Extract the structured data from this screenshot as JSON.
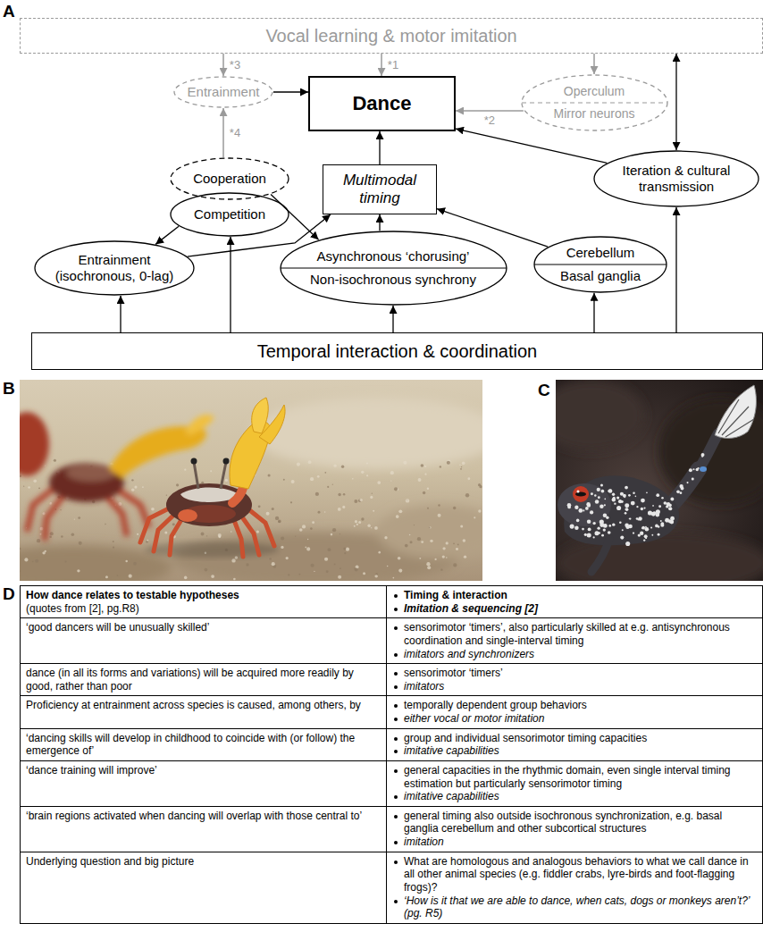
{
  "diagram": {
    "nodes": [
      {
        "text": [
          "Vocal learning & motor imitation"
        ]
      },
      {
        "text": [
          "Entrainment"
        ]
      },
      {
        "text": [
          "Dance"
        ]
      },
      {
        "text": [
          "Operculum",
          "Mirror neurons"
        ]
      },
      {
        "text": [
          "Cooperation"
        ]
      },
      {
        "text": [
          "Competition"
        ]
      },
      {
        "text": [
          "Multimodal timing"
        ]
      },
      {
        "text": [
          "Iteration & cultural transmission"
        ]
      },
      {
        "text": [
          "Entrainment (isochronous, 0-lag)"
        ]
      },
      {
        "text": [
          "Asynchronous ‘chorusing’",
          "Non-isochronous synchrony"
        ]
      },
      {
        "text": [
          "Cerebellum",
          "Basal ganglia"
        ]
      },
      {
        "text": [
          "Temporal interaction & coordination"
        ]
      }
    ],
    "edges": [
      {
        "from": 0,
        "to": 1,
        "arrow": "to",
        "label": "*3"
      },
      {
        "from": 0,
        "to": 2,
        "arrow": "to",
        "label": "*1"
      },
      {
        "from": 0,
        "to": 3,
        "arrow": "to"
      },
      {
        "from": 0,
        "to": 7,
        "arrow": "both"
      },
      {
        "from": 1,
        "to": 2,
        "arrow": "to"
      },
      {
        "from": 3,
        "to": 2,
        "arrow": "to",
        "label": "*2"
      },
      {
        "from": 4,
        "to": 1,
        "arrow": "to",
        "label": "*4"
      },
      {
        "from": 6,
        "to": 2,
        "arrow": "to"
      },
      {
        "from": 7,
        "to": 2,
        "arrow": "to"
      },
      {
        "from": 5,
        "to": 8,
        "arrow": "to"
      },
      {
        "from": 4,
        "to": 9,
        "arrow": "to"
      },
      {
        "from": 8,
        "to": 6,
        "arrow": "to"
      },
      {
        "from": 9,
        "to": 6,
        "arrow": "to"
      },
      {
        "from": 10,
        "to": 6,
        "arrow": "to"
      },
      {
        "from": 11,
        "to": 8,
        "arrow": "to"
      },
      {
        "from": 11,
        "to": 5,
        "arrow": "to"
      },
      {
        "from": 11,
        "to": 9,
        "arrow": "to"
      },
      {
        "from": 11,
        "to": 10,
        "arrow": "to"
      },
      {
        "from": 11,
        "to": 7,
        "arrow": "to"
      }
    ],
    "labels": [
      "A",
      "B",
      "C",
      "D",
      "How dance relates to testable hypotheses",
      "(quotes from [2], pg.R8)",
      "Timing & interaction",
      "Imitation & sequencing [2]",
      "‘good dancers will be unusually skilled’",
      "sensorimotor ‘timers’, also particularly skilled at e.g. antisynchronous coordination and single-interval timing",
      "imitators and synchronizers",
      "dance (in all its forms and variations) will be acquired more readily by good, rather than poor",
      "sensorimotor ‘timers’",
      "imitators",
      "Proficiency at entrainment across species is caused, among others, by",
      "temporally dependent group behaviors",
      "either vocal or motor imitation",
      "‘dancing skills will develop in childhood to coincide with (or follow) the emergence of’",
      "group and individual sensorimotor timing capacities",
      "imitative capabilities",
      "‘dance training will improve’",
      "general capacities in the rhythmic domain, even single interval timing estimation but particularly sensorimotor timing",
      "imitative capabilities",
      "‘brain regions activated when dancing will overlap with those central to’",
      "general timing also outside isochronous synchronization, e.g. basal ganglia cerebellum and other subcortical structures",
      "imitation",
      "Underlying question and big picture",
      "What are homologous and analogous behaviors to what we call dance in all other animal species (e.g. fiddler crabs, lyre-birds and foot-flagging frogs)?",
      "‘How is it that we are able to dance, when cats, dogs or monkeys aren’t?’ (pg. R5)"
    ]
  }
}
